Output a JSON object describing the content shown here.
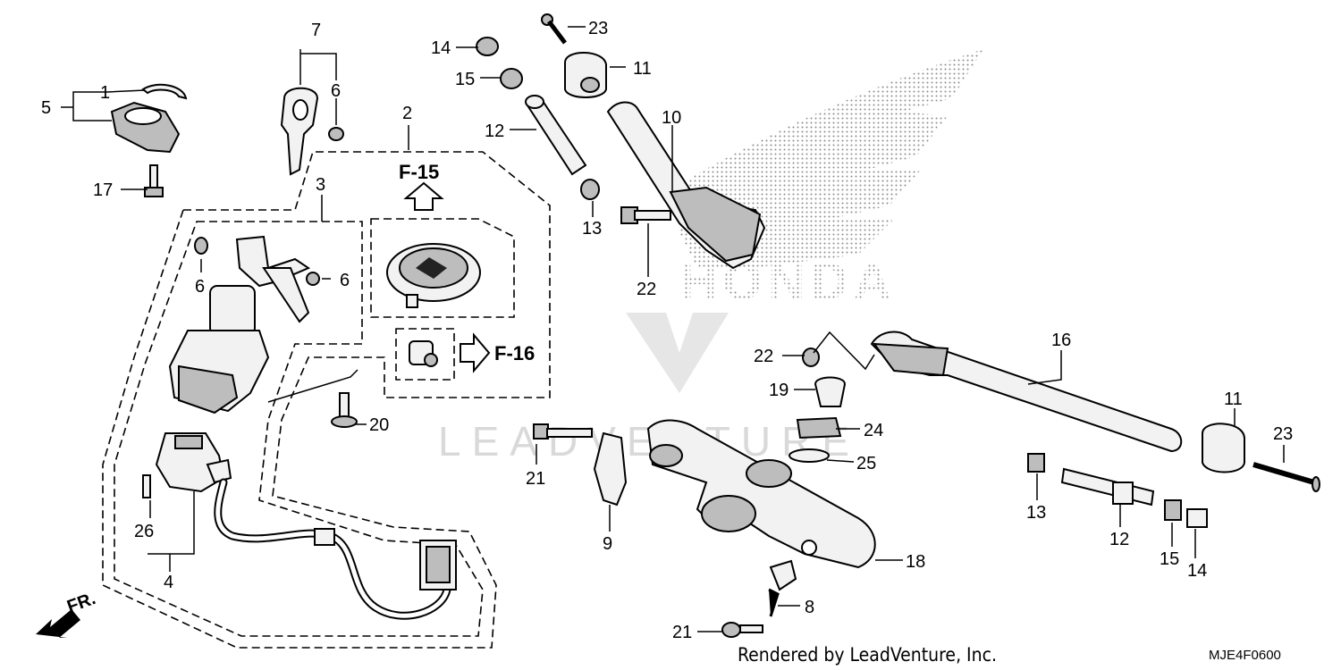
{
  "diagram": {
    "callouts": {
      "p1": "1",
      "p2": "2",
      "p3": "3",
      "p4": "4",
      "p5": "5",
      "p6a": "6",
      "p6b": "6",
      "p6c": "6",
      "p7": "7",
      "p8": "8",
      "p9": "9",
      "p10": "10",
      "p11a": "11",
      "p11b": "11",
      "p12a": "12",
      "p12b": "12",
      "p13a": "13",
      "p13b": "13",
      "p14a": "14",
      "p14b": "14",
      "p15a": "15",
      "p15b": "15",
      "p16": "16",
      "p17": "17",
      "p18": "18",
      "p19": "19",
      "p20": "20",
      "p21a": "21",
      "p21b": "21",
      "p22a": "22",
      "p22b": "22",
      "p23a": "23",
      "p23b": "23",
      "p24": "24",
      "p25": "25",
      "p26": "26"
    },
    "refs": {
      "f15": "F-15",
      "f16": "F-16"
    },
    "direction_label": "FR.",
    "brand_watermark": "HONDA",
    "watermark_text": "LEADVENTURE",
    "footer": {
      "rendered_by": "Rendered by LeadVenture, Inc.",
      "diagram_code": "MJE4F0600"
    }
  }
}
